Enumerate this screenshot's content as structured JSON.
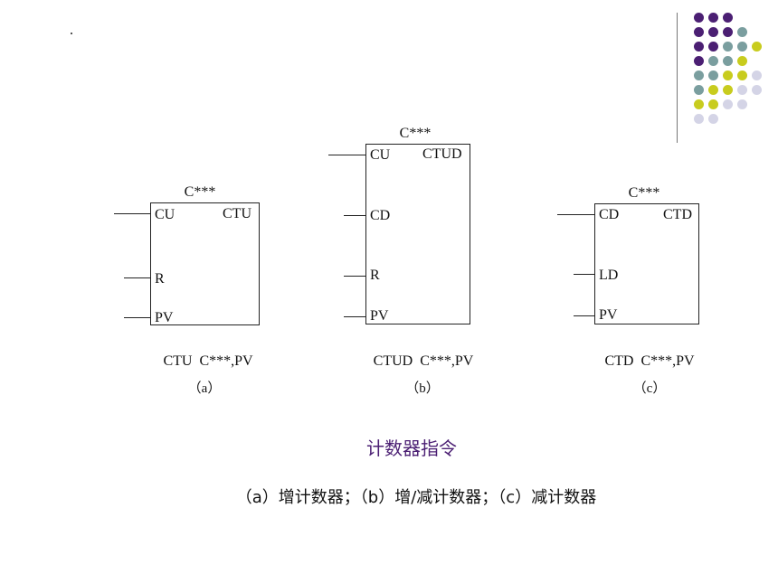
{
  "decoration": {
    "colors": {
      "purple": "#4b1f73",
      "teal": "#7a9e9f",
      "yellow": "#c8cc1e",
      "lavender": "#d4d4e6",
      "rule": "#777777"
    },
    "dot_grid": [
      "PPP...",
      "PPPT..",
      "PPTTY.",
      "PTTY..",
      "TTYYL.",
      "TYYLL.",
      "YYLL..",
      "LL...."
    ]
  },
  "blocks": [
    {
      "title": "C***",
      "type_label": "CTU",
      "inputs": [
        "CU",
        "R",
        "PV"
      ],
      "instruction": "CTU  C***,PV",
      "sublabel": "（a）"
    },
    {
      "title": "C***",
      "type_label": "CTUD",
      "inputs": [
        "CU",
        "CD",
        "R",
        "PV"
      ],
      "instruction": "CTUD  C***,PV",
      "sublabel": "（b）"
    },
    {
      "title": "C***",
      "type_label": "CTD",
      "inputs": [
        "CD",
        "LD",
        "PV"
      ],
      "instruction": "CTD  C***,PV",
      "sublabel": "（c）"
    }
  ],
  "caption": {
    "title": "计数器指令",
    "title_color": "#4b1f73",
    "subtitle": "（a）增计数器；（b）增/减计数器；（c）减计数器"
  }
}
